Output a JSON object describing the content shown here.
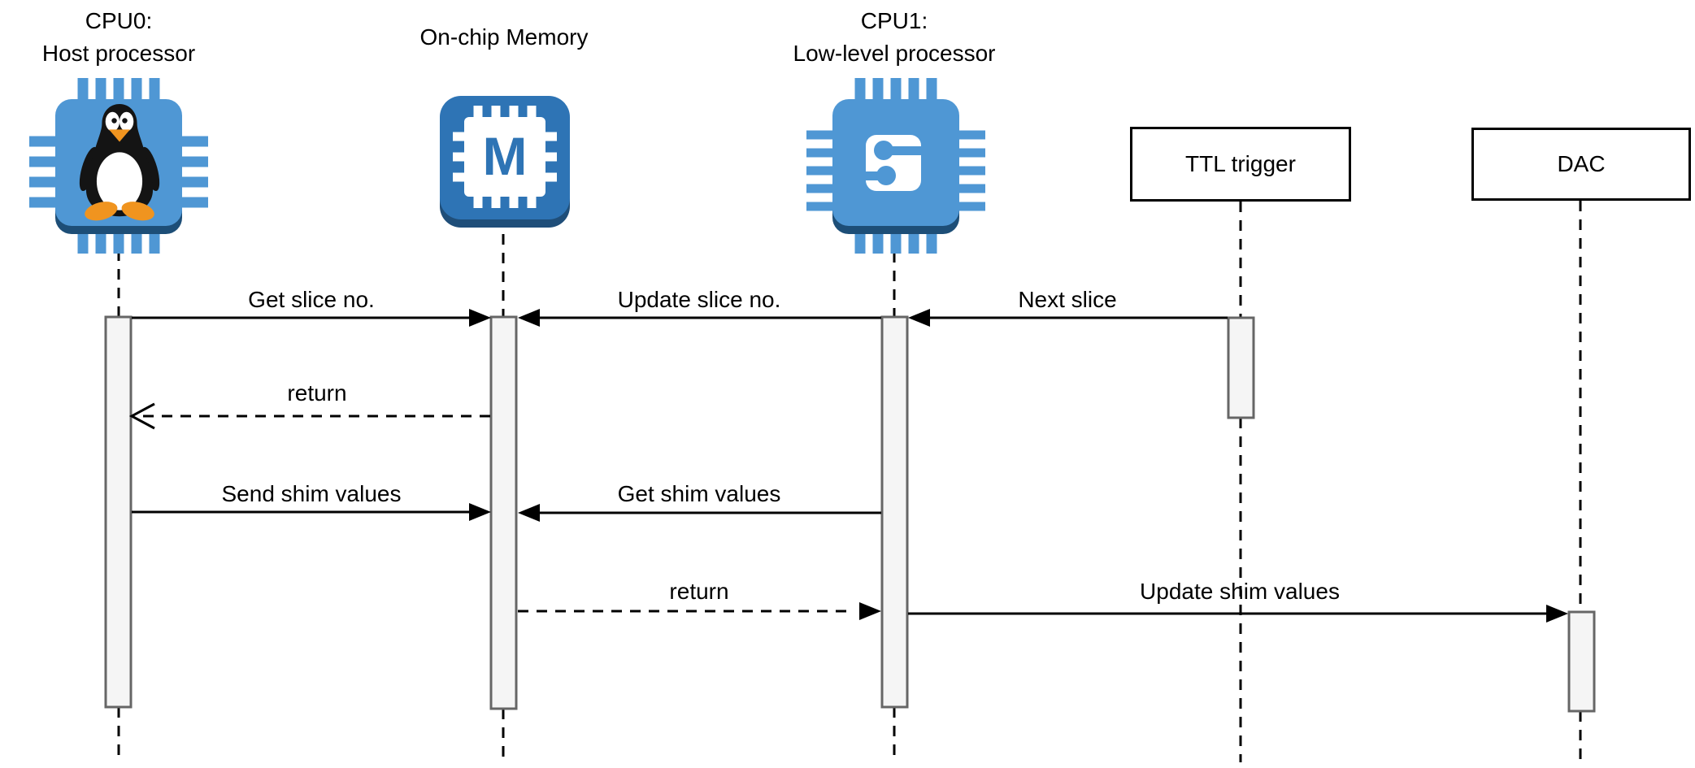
{
  "title": "Shim control sequence diagram",
  "colors": {
    "chip_blue": "#4f97d4",
    "chip_blue_dark": "#1d4e77",
    "memory_blue": "#2e74b5",
    "memory_blue_dark": "#1f4e79",
    "activation_fill": "#f5f5f5",
    "activation_border": "#666666",
    "line_black": "#000000",
    "tux_orange": "#f0941f"
  },
  "lifelines": [
    {
      "id": "cpu0",
      "line1": "CPU0:",
      "line2": "Host processor",
      "icon": "linux-chip-icon"
    },
    {
      "id": "memory",
      "line1": "On-chip Memory",
      "icon": "memory-chip-icon",
      "icon_letter": "M"
    },
    {
      "id": "cpu1",
      "line1": "CPU1:",
      "line2": "Low-level processor",
      "icon": "circuit-chip-icon"
    },
    {
      "id": "ttl",
      "label": "TTL trigger"
    },
    {
      "id": "dac",
      "label": "DAC"
    }
  ],
  "messages": [
    {
      "from": "cpu0",
      "to": "memory",
      "label": "Get slice no.",
      "style": "solid"
    },
    {
      "from": "cpu1",
      "to": "memory",
      "label": "Update slice no.",
      "style": "solid"
    },
    {
      "from": "ttl",
      "to": "cpu1",
      "label": "Next slice",
      "style": "solid"
    },
    {
      "from": "memory",
      "to": "cpu0",
      "label": "return",
      "style": "dashed"
    },
    {
      "from": "cpu0",
      "to": "memory",
      "label": "Send shim values",
      "style": "solid"
    },
    {
      "from": "cpu1",
      "to": "memory",
      "label": "Get shim values",
      "style": "solid"
    },
    {
      "from": "memory",
      "to": "cpu1",
      "label": "return",
      "style": "dashed"
    },
    {
      "from": "cpu1",
      "to": "dac",
      "label": "Update shim values",
      "style": "solid"
    }
  ]
}
